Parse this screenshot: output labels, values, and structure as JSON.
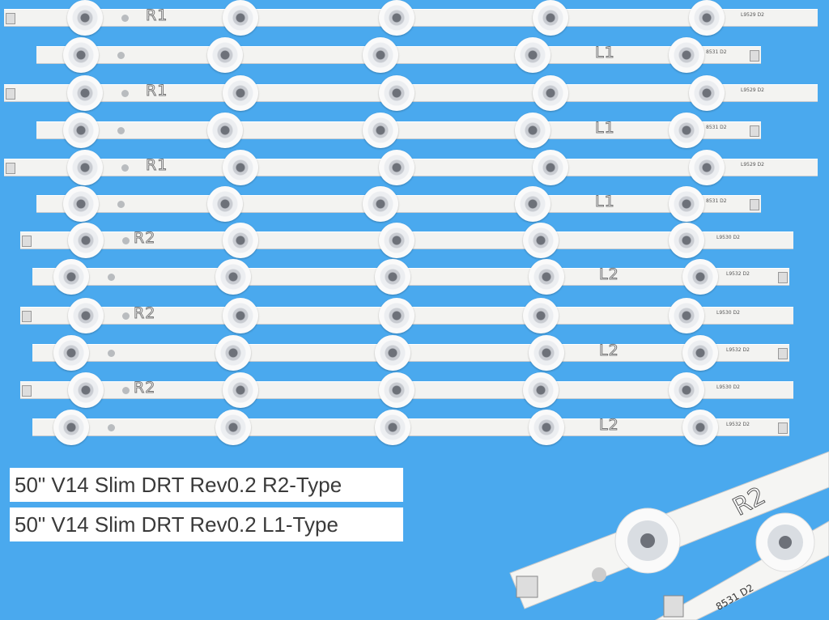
{
  "captions": [
    "50\" V14 Slim DRT Rev0.2 R2-Type",
    "50\" V14 Slim DRT Rev0.2 L1-Type"
  ],
  "strips": [
    {
      "type": "R1",
      "code": "L9529 D2"
    },
    {
      "type": "L1",
      "code": "8531 D2"
    },
    {
      "type": "R1",
      "code": "L9529 D2"
    },
    {
      "type": "L1",
      "code": "8531 D2"
    },
    {
      "type": "R1",
      "code": "L9529 D2"
    },
    {
      "type": "L1",
      "code": "8531 D2"
    },
    {
      "type": "R2",
      "code": "L9530 D2"
    },
    {
      "type": "L2",
      "code": "L9532 D2"
    },
    {
      "type": "R2",
      "code": "L9530 D2"
    },
    {
      "type": "L2",
      "code": "L9532 D2"
    },
    {
      "type": "R2",
      "code": "L9530 D2"
    },
    {
      "type": "L2",
      "code": "L9532 D2"
    }
  ],
  "closeup": {
    "label_r2": "R2",
    "code_l1": "8531 D2"
  },
  "colors": {
    "background": "#4aa9ee",
    "strip": "#f3f3f1"
  }
}
